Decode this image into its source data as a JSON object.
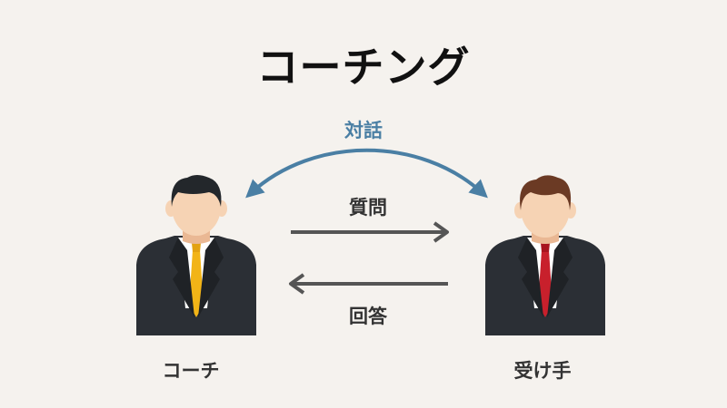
{
  "title": "コーチング",
  "dialogue_label": "対話",
  "question_label": "質問",
  "answer_label": "回答",
  "coach_label": "コーチ",
  "receiver_label": "受け手",
  "colors": {
    "background": "#f5f2ee",
    "dialogue_arrow": "#4a7fa4",
    "flow_arrow": "#555555",
    "suit": "#2b2f35",
    "skin": "#f6d3b4",
    "coach_tie": "#f2b417",
    "receiver_tie": "#c8202c"
  }
}
